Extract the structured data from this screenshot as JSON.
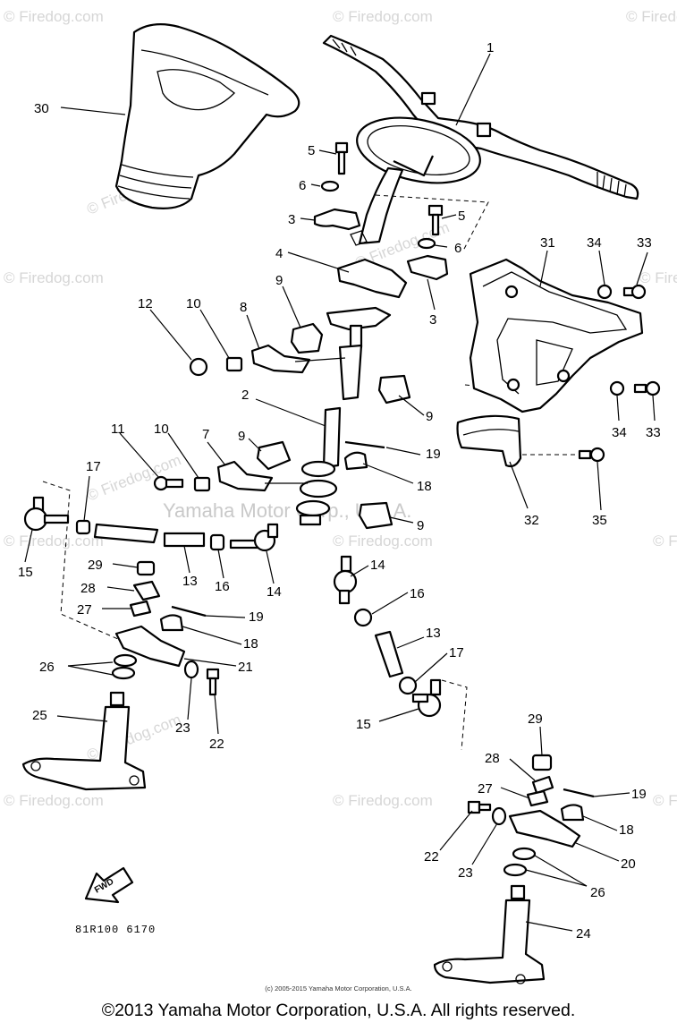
{
  "watermarks": {
    "firedog": "© Firedog.com",
    "firedog_center": "© Firedog.com",
    "yamaha": "Yamaha Motor Corp., U.S.A."
  },
  "fwd_label": "FWD",
  "drawing_code": "81R100 6170",
  "small_copyright": "(c) 2005-2015 Yamaha Motor Corporation, U.S.A.",
  "copyright": "©2013 Yamaha Motor Corporation, U.S.A. All rights reserved.",
  "part_labels": [
    {
      "id": "p1",
      "text": "1"
    },
    {
      "id": "p2",
      "text": "2"
    },
    {
      "id": "p3a",
      "text": "3"
    },
    {
      "id": "p3b",
      "text": "3"
    },
    {
      "id": "p4",
      "text": "4"
    },
    {
      "id": "p5a",
      "text": "5"
    },
    {
      "id": "p5b",
      "text": "5"
    },
    {
      "id": "p6a",
      "text": "6"
    },
    {
      "id": "p6b",
      "text": "6"
    },
    {
      "id": "p7",
      "text": "7"
    },
    {
      "id": "p8",
      "text": "8"
    },
    {
      "id": "p9a",
      "text": "9"
    },
    {
      "id": "p9b",
      "text": "9"
    },
    {
      "id": "p9c",
      "text": "9"
    },
    {
      "id": "p9d",
      "text": "9"
    },
    {
      "id": "p10a",
      "text": "10"
    },
    {
      "id": "p10b",
      "text": "10"
    },
    {
      "id": "p11",
      "text": "11"
    },
    {
      "id": "p12",
      "text": "12"
    },
    {
      "id": "p13a",
      "text": "13"
    },
    {
      "id": "p13b",
      "text": "13"
    },
    {
      "id": "p14a",
      "text": "14"
    },
    {
      "id": "p14b",
      "text": "14"
    },
    {
      "id": "p15a",
      "text": "15"
    },
    {
      "id": "p15b",
      "text": "15"
    },
    {
      "id": "p16a",
      "text": "16"
    },
    {
      "id": "p16b",
      "text": "16"
    },
    {
      "id": "p17a",
      "text": "17"
    },
    {
      "id": "p17b",
      "text": "17"
    },
    {
      "id": "p18a",
      "text": "18"
    },
    {
      "id": "p18b",
      "text": "18"
    },
    {
      "id": "p18c",
      "text": "18"
    },
    {
      "id": "p19a",
      "text": "19"
    },
    {
      "id": "p19b",
      "text": "19"
    },
    {
      "id": "p19c",
      "text": "19"
    },
    {
      "id": "p20",
      "text": "20"
    },
    {
      "id": "p21",
      "text": "21"
    },
    {
      "id": "p22a",
      "text": "22"
    },
    {
      "id": "p22b",
      "text": "22"
    },
    {
      "id": "p23a",
      "text": "23"
    },
    {
      "id": "p23b",
      "text": "23"
    },
    {
      "id": "p24",
      "text": "24"
    },
    {
      "id": "p25",
      "text": "25"
    },
    {
      "id": "p26a",
      "text": "26"
    },
    {
      "id": "p26b",
      "text": "26"
    },
    {
      "id": "p27a",
      "text": "27"
    },
    {
      "id": "p27b",
      "text": "27"
    },
    {
      "id": "p28a",
      "text": "28"
    },
    {
      "id": "p28b",
      "text": "28"
    },
    {
      "id": "p29a",
      "text": "29"
    },
    {
      "id": "p29b",
      "text": "29"
    },
    {
      "id": "p30",
      "text": "30"
    },
    {
      "id": "p31",
      "text": "31"
    },
    {
      "id": "p32",
      "text": "32"
    },
    {
      "id": "p33a",
      "text": "33"
    },
    {
      "id": "p33b",
      "text": "33"
    },
    {
      "id": "p34a",
      "text": "34"
    },
    {
      "id": "p34b",
      "text": "34"
    },
    {
      "id": "p35",
      "text": "35"
    }
  ]
}
